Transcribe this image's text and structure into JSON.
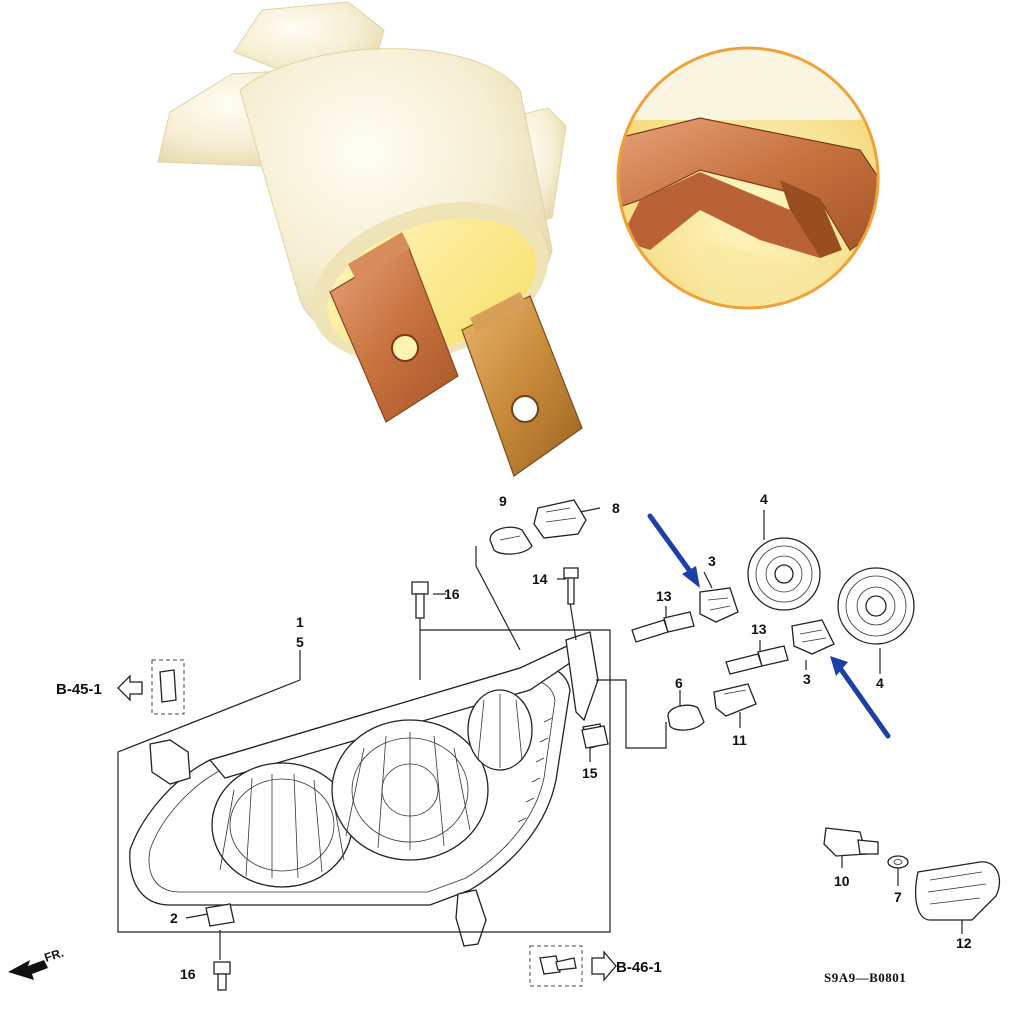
{
  "callouts": {
    "c1": "1",
    "c5": "5",
    "c2": "2",
    "c3a": "3",
    "c3b": "3",
    "c4a": "4",
    "c4b": "4",
    "c6": "6",
    "c7": "7",
    "c8": "8",
    "c9": "9",
    "c10": "10",
    "c11": "11",
    "c12": "12",
    "c13a": "13",
    "c13b": "13",
    "c14": "14",
    "c15": "15",
    "c16a": "16",
    "c16b": "16"
  },
  "refs": {
    "left": "B-45-1",
    "right": "B-46-1"
  },
  "front_label": "FR.",
  "diagram_code": "S9A9—B0801",
  "colors": {
    "plastic": "#f6efd6",
    "copper": "#c8733f",
    "brass": "#c88a3a",
    "arrow_blue": "#1c3fa8",
    "inset_ring": "#f0a238"
  }
}
